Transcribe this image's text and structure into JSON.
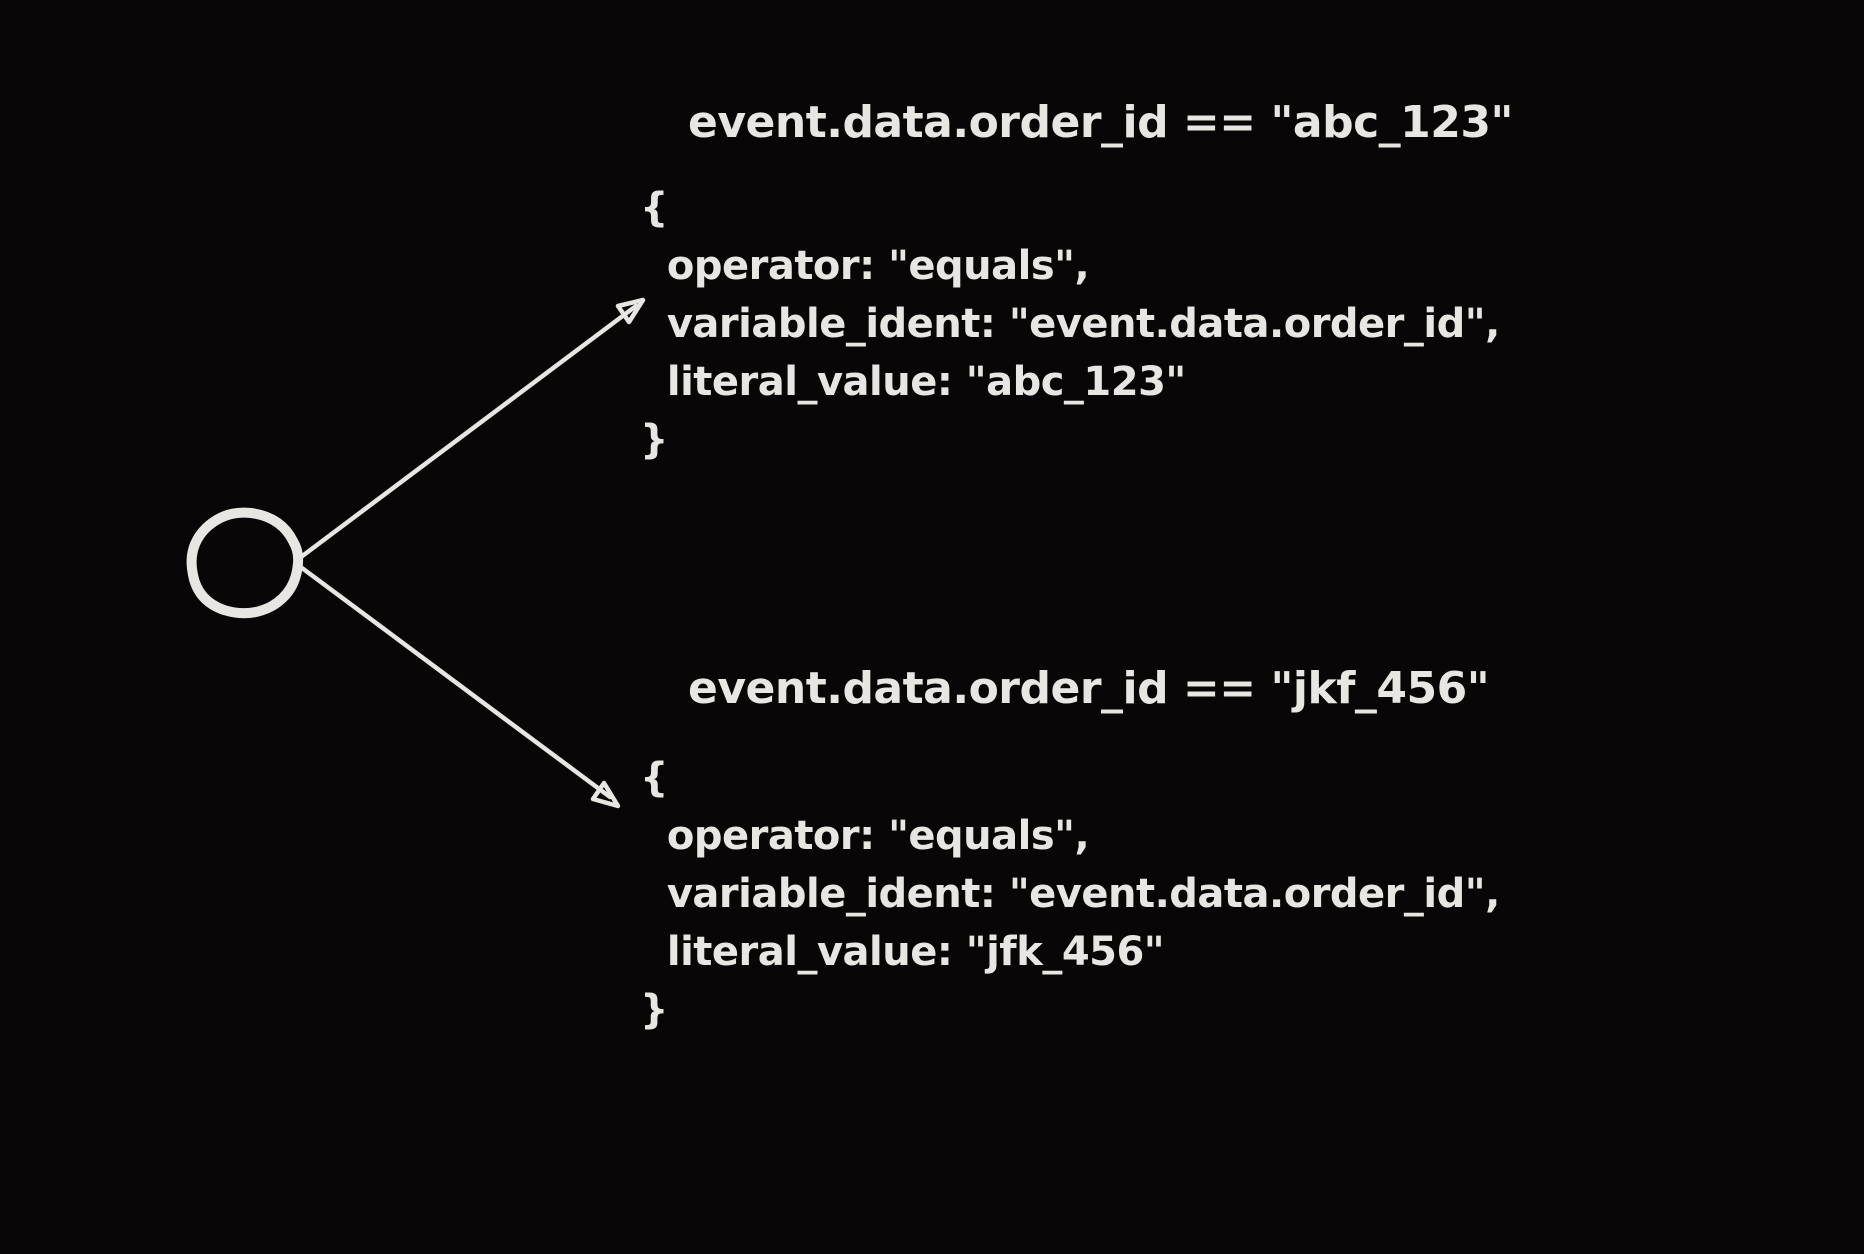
{
  "theme": {
    "background_color": "#080606",
    "ink_color": "#e8e6e3"
  },
  "diagram": {
    "node": {
      "name": "condition-node",
      "shape": "hand-drawn-circle"
    },
    "branches": [
      {
        "expression": "event.data.order_id == \"abc_123\"",
        "code": "{\n  operator: \"equals\",\n  variable_ident: \"event.data.order_id\",\n  literal_value: \"abc_123\"\n}"
      },
      {
        "expression": "event.data.order_id == \"jkf_456\"",
        "code": "{\n  operator: \"equals\",\n  variable_ident: \"event.data.order_id\",\n  literal_value: \"jfk_456\"\n}"
      }
    ]
  }
}
